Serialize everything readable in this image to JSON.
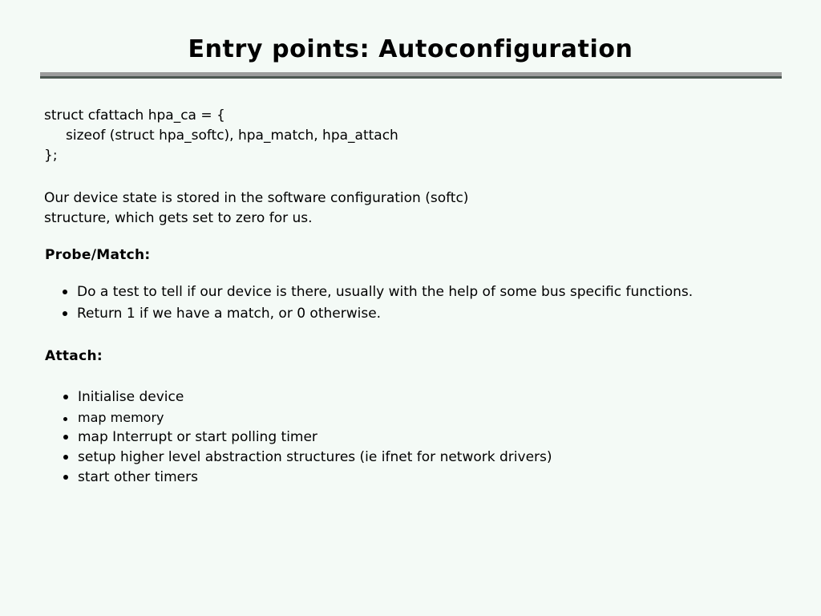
{
  "slide": {
    "title": "Entry points: Autoconfiguration",
    "code_block": "struct cfattach hpa_ca = {\n     sizeof (struct hpa_softc), hpa_match, hpa_attach\n};",
    "paragraph": {
      "line1": "Our device state is stored in the software configuration (softc)",
      "line2": "structure, which gets set to zero for us."
    },
    "sections": [
      {
        "heading": "Probe/Match:",
        "bullets": [
          "Do a test to tell if our device is there, usually with the help of some bus specific functions.",
          "Return 1 if we have a match, or 0 otherwise."
        ]
      },
      {
        "heading": "Attach:",
        "bullets": [
          "Initialise device",
          "map memory",
          "map Interrupt or start polling timer",
          "setup higher level abstraction structures (ie ifnet for network drivers)",
          "start other timers"
        ]
      }
    ],
    "colors": {
      "background": "#f4faf6",
      "text": "#000000",
      "rule": "#9c9c9c",
      "rule_shadow": "#4c5751"
    }
  }
}
